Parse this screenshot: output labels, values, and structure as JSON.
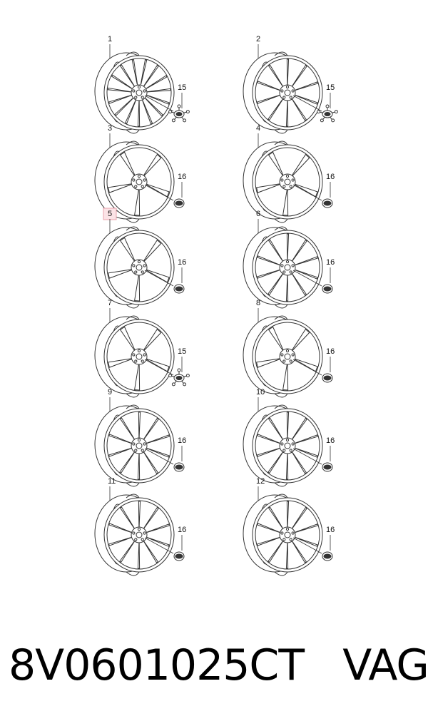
{
  "wheels": [
    {
      "label": "1",
      "spokes": 15,
      "cap_label": "15",
      "cap_type": "star",
      "highlighted": false
    },
    {
      "label": "2",
      "spokes": 10,
      "cap_label": "15",
      "cap_type": "star",
      "highlighted": false
    },
    {
      "label": "3",
      "spokes": 5,
      "cap_label": "16",
      "cap_type": "round",
      "highlighted": false
    },
    {
      "label": "4",
      "spokes": 5,
      "cap_label": "16",
      "cap_type": "round",
      "highlighted": false
    },
    {
      "label": "5",
      "spokes": 5,
      "cap_label": "16",
      "cap_type": "round",
      "highlighted": true
    },
    {
      "label": "6",
      "spokes": 10,
      "cap_label": "16",
      "cap_type": "round",
      "highlighted": false
    },
    {
      "label": "7",
      "spokes": 5,
      "cap_label": "15",
      "cap_type": "star",
      "highlighted": false
    },
    {
      "label": "8",
      "spokes": 5,
      "cap_label": "16",
      "cap_type": "round",
      "highlighted": false
    },
    {
      "label": "9",
      "spokes": 10,
      "cap_label": "16",
      "cap_type": "round",
      "highlighted": false
    },
    {
      "label": "10",
      "spokes": 10,
      "cap_label": "16",
      "cap_type": "round",
      "highlighted": false
    },
    {
      "label": "11",
      "spokes": 10,
      "cap_label": "16",
      "cap_type": "round",
      "highlighted": false
    },
    {
      "label": "12",
      "spokes": 10,
      "cap_label": "16",
      "cap_type": "round",
      "highlighted": false
    }
  ],
  "footer": {
    "part_number": "8V0601025CT",
    "brand": "VAG"
  },
  "colors": {
    "line": "#333333",
    "highlight_fill": "#fbe3e6",
    "highlight_stroke": "#e8a3ad"
  }
}
